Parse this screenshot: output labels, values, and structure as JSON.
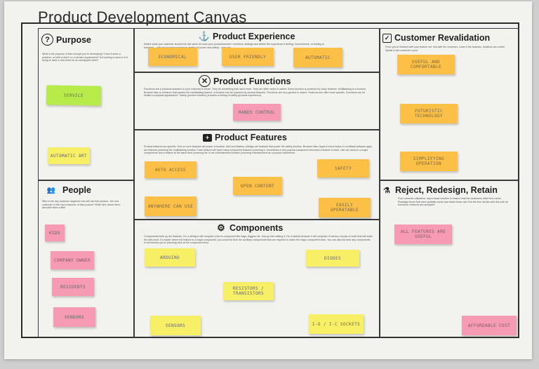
{
  "canvas_title": "Product Development Canvas",
  "sections": {
    "purpose": {
      "title": "Purpose",
      "icon": "question-icon",
      "description": "What is the purpose of this concept you're developing? Does it solve a problem, or fulfil a need? or a certain requirement? Is it solving a need or is it trying to raise a new need for an unmapped need?"
    },
    "people": {
      "title": "People",
      "icon": "people-icon",
      "description": "Who is the key customer segment who will use this product - the end customer or the end consumer of this product? Write here about them, describe them a little."
    },
    "experience": {
      "title": "Product Experience",
      "icon": "anchor-icon",
      "description": "Define what your customer should feel like when he uses your product/service? emotions, feelings and define the experience it feeling. Convenience, or feeling of business... with and (cost/convenience) feeling of power and safety... easy etc."
    },
    "functions": {
      "title": "Product Functions",
      "icon": "x-circle-icon",
      "description": "Functions are a products answers to your customer's needs. They do something that users need. They are often verbs in nature. Every function is powered by many features. Multitasking is a function. Browser tabs is a feature that powers the multitasking feature. A function can be powered by several features. Functions are very generic in nature. Features are often more specific. Functions can be similar to physical appearance. Safety (product function) provides a feeling of safety (product experience)."
    },
    "features": {
      "title": "Product Features",
      "icon": "medkit-icon",
      "description": "Product features are specific. One or more features will power a function. Anti-lock Brakes, Airbags are features that power the safety function. Browser tabs: Apple's home button to multitask between apps are features powering the multitasking function. Each feature will have many component features powering it. Sometimes a very popular component becomes a feature in itself. Like car doors in a major components and a feature at the same time powering the in car entertainment function powering entertainment as a product experience."
    },
    "components": {
      "title": "Components",
      "icon": "gears-icon",
      "description": "Components build up the features. For a airbag it will comprise a list of component like bags, triggers etc. that go into making it. For a tabbed browser it will comprise of various chunks of code that will make the tabs work. It's easier where the feature is a major component, you could list here the auxiliary components that are required to make the major component work. You can also list here any components or electronics you're planning here at the component level."
    },
    "revalidation": {
      "title": "Customer Revalidation",
      "icon": "check-square-icon",
      "description": "Once you're finished with your feature set, test with the customer. Learn if the features, functions are useful. Speak to the customer count."
    },
    "reject": {
      "title": "Reject, Redesign, Retain",
      "icon": "flask-icon",
      "description": "Find customer validation, reject those function or feature that the customers didn't find useful. Redesign those that were partially useful and retain those who find the few. Iterate with this until all functions / features are accepted."
    }
  },
  "sticky_notes": {
    "purpose": [
      "SERVICE",
      "AUTOMATIC ART"
    ],
    "people": [
      "KIDS",
      "COMPANY OWNER",
      "RESIDENTS",
      "VENDORS"
    ],
    "experience": [
      "ECONOMICAL",
      "USER FRIENDLY",
      "AUTOMATIC"
    ],
    "functions": [
      "HANDS CONTROL"
    ],
    "features": [
      "AUTO ACCESS",
      "SAFETY",
      "OPEN CONTENT",
      "ANYWHERE CAN USE",
      "EASILY OPERATABLE"
    ],
    "components": [
      "ARDUINO",
      "DIODES",
      "RESISTORS / TRANSISTORS",
      "SENSORS",
      "I-O / I-C SOCKETS"
    ],
    "revalidation": [
      "USEFUL AND COMFORTABLE",
      "FUTURISTIC TECHNOLOGY",
      "SIMPLIFYING OPERATION"
    ],
    "reject": [
      "ALL FEATURES ARE USEFUL",
      "AFFORDABLE COST"
    ]
  },
  "colors": {
    "yellow": "#f7f066",
    "orange": "#fdc046",
    "pink": "#f79ab3",
    "green": "#b7eb4a",
    "line": "#3a3a3a"
  }
}
